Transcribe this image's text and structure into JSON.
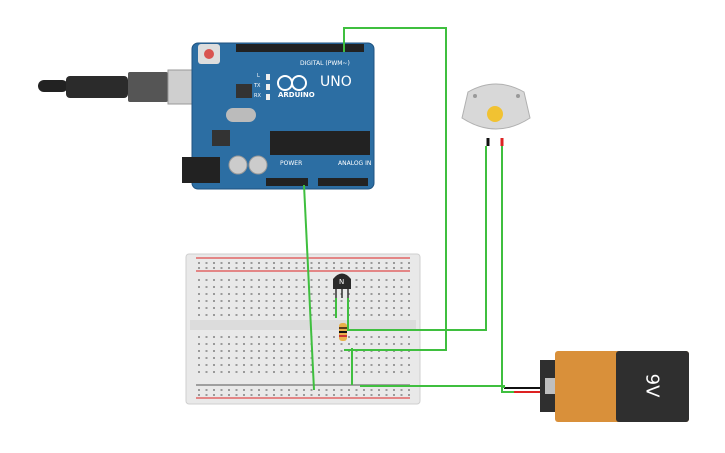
{
  "board": {
    "brand": "ARDUINO",
    "model": "UNO",
    "digital_header": "DIGITAL (PWM~)",
    "power_label": "POWER",
    "analog_label": "ANALOG IN",
    "led_labels": [
      "L",
      "TX",
      "RX"
    ]
  },
  "transistor": {
    "label": "N"
  },
  "battery": {
    "label": "9V"
  },
  "wire_color": "#3fbf3f",
  "colors": {
    "board": "#2c6ea3",
    "battery_body": "#d9903a",
    "battery_cap": "#2f2f2f",
    "breadboard": "#e9e9e9",
    "motor": "#d8d8d8"
  }
}
